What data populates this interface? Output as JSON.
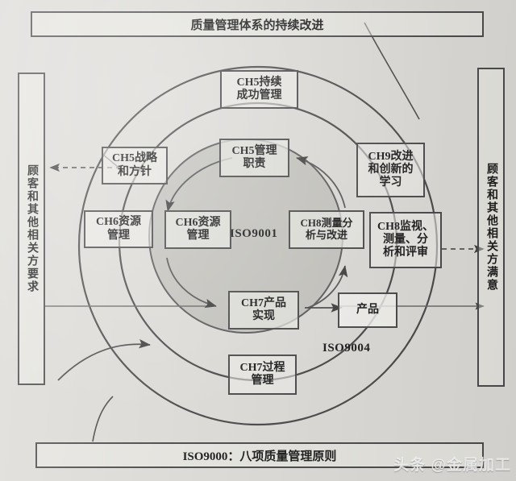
{
  "diagram": {
    "top_banner": "质量管理体系的持续改进",
    "bottom_banner": "ISO9000：八项质量管理原则",
    "left_pillar": "顾客和其他相关方要求",
    "right_pillar": "顾客和其他相关方满意",
    "outer_ring_label": "ISO9004",
    "inner_ring_label": "ISO9001",
    "boxes": {
      "ch5_sustained": "CH5持续\n成功管理",
      "ch5_strategy": "CH5战略\n和方针",
      "ch6_resource_outer": "CH6资源\n管理",
      "ch9_improve": "CH9改进\n和创新的\n学习",
      "ch8_monitor": "CH8监视、\n测量、分\n析和评审",
      "ch5_responsibility": "CH5管理\n职责",
      "ch6_resource_inner": "CH6资源\n管理",
      "ch8_measure": "CH8测量分\n析与改进",
      "ch7_realization": "CH7产品\n实现",
      "ch7_process": "CH7过程\n管理",
      "product": "产品"
    }
  },
  "watermark": "头条 @金属加工",
  "colors": {
    "paper": "#dcdad6",
    "ink": "#4a4a4a",
    "text": "#1c1c1c",
    "inner_disc": "#bab8b3"
  }
}
